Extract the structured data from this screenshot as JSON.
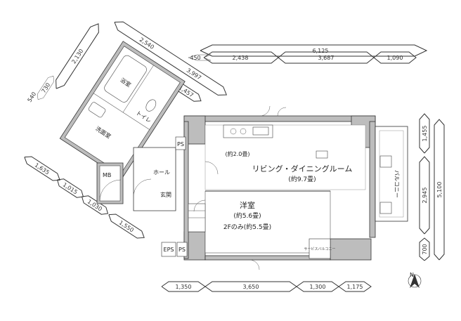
{
  "dimensions": {
    "top_total": "6,125",
    "top_segments": [
      "2,438",
      "3,687",
      "1,090"
    ],
    "top_prefix": "450",
    "upper_left_a": "2,130",
    "upper_left_b": "2,540",
    "upper_left_c": "3,997",
    "upper_left_d": "1,457",
    "upper_left_e": "730",
    "upper_left_f": "540",
    "left_a": "1,635",
    "left_b": "1,015",
    "left_c": "1,030",
    "left_d": "1,550",
    "right_a": "1,455",
    "right_b": "2,945",
    "right_c": "5,100",
    "right_d": "700",
    "bottom_segments": [
      "1,350",
      "3,650",
      "1,300",
      "1,175"
    ]
  },
  "rooms": {
    "living_name": "リビング・ダイニングルーム",
    "living_size": "(約9.7畳)",
    "western_name": "洋室",
    "western_size": "(約5.6畳)",
    "western_note": "2Fのみ(約5.5畳)",
    "kitchen_size": "(約2.0畳)",
    "bath": "浴室",
    "washroom": "洗面室",
    "toilet": "トイレ",
    "hall": "ホール",
    "entrance": "玄関",
    "mb": "MB",
    "eps": "EPS",
    "ps_1": "PS",
    "ps_2": "PS",
    "balcony": "バルコニー",
    "service_balcony": "サービスバルコニー",
    "north": "N"
  }
}
